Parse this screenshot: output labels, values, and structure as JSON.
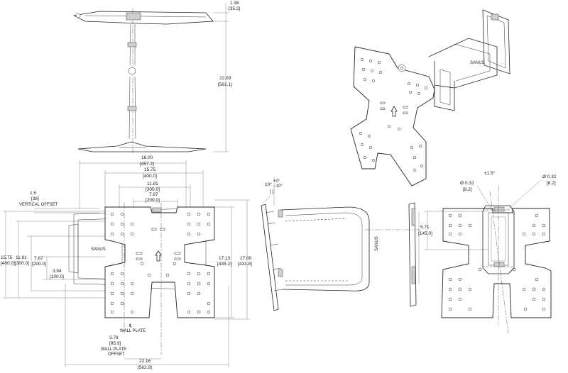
{
  "dimensions": {
    "top_depth": {
      "in": "1.38",
      "mm": "[35.2]"
    },
    "top_extension": {
      "in": "22.09",
      "mm": "[561.1]"
    },
    "width_18": {
      "in": "18.00",
      "mm": "[457.2]"
    },
    "width_1575": {
      "in": "15.75",
      "mm": "[400.0]"
    },
    "width_1181": {
      "in": "11.81",
      "mm": "[300.0]"
    },
    "width_787": {
      "in": "7.87",
      "mm": "[200.0]"
    },
    "vertical_offset": {
      "in": "1.5",
      "mm": "[38]",
      "label": "VERTICAL OFFSET"
    },
    "height_1575": {
      "in": "15.75",
      "mm": "[400.0]"
    },
    "height_1181": {
      "in": "11.81",
      "mm": "[300.0]"
    },
    "height_787": {
      "in": "7.87",
      "mm": "[200.0]"
    },
    "height_394": {
      "in": "3.94",
      "mm": "[100.0]"
    },
    "height_1713": {
      "in": "17.13",
      "mm": "[435.2]"
    },
    "height_1700": {
      "in": "17.00",
      "mm": "[431.8]"
    },
    "wall_plate_center": {
      "symbol": "℄",
      "label": "WALL PLATE"
    },
    "wall_plate_offset": {
      "in": "3.78",
      "mm": "[95.9]",
      "label1": "WALL PLATE",
      "label2": "OFFSET"
    },
    "width_2216": {
      "in": "22.16",
      "mm": "[562.9]"
    },
    "tilt": {
      "up": "10°",
      "up_sup": "+0°",
      "down_sup": "−10°",
      "sub": "[ ]"
    },
    "swivel": {
      "value": "±1.5°"
    },
    "hole_left": {
      "value": "Ø 0.32",
      "mm": "[8.2]"
    },
    "hole_right": {
      "value": "Ø 0.32",
      "mm": "[8.2]"
    },
    "height_571": {
      "in": "5.71",
      "mm": "[145.0]"
    }
  },
  "brand": {
    "front": "SANUS",
    "side": "SANUS",
    "iso": "SANUS"
  }
}
